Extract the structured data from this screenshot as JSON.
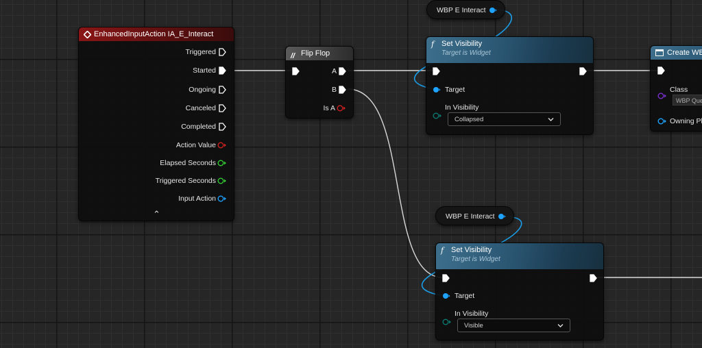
{
  "input_action_node": {
    "title": "EnhancedInputAction IA_E_Interact",
    "pins": {
      "triggered": "Triggered",
      "started": "Started",
      "ongoing": "Ongoing",
      "canceled": "Canceled",
      "completed": "Completed",
      "action_value": "Action Value",
      "elapsed_seconds": "Elapsed Seconds",
      "triggered_seconds": "Triggered Seconds",
      "input_action": "Input Action"
    },
    "collapse_glyph": "⌃"
  },
  "flipflop_node": {
    "title": "Flip Flop",
    "pins": {
      "a": "A",
      "b": "B",
      "is_a": "Is A"
    }
  },
  "var_top": {
    "label": "WBP E Interact"
  },
  "var_bottom": {
    "label": "WBP E Interact"
  },
  "set_visibility_top": {
    "title": "Set Visibility",
    "subtitle": "Target is Widget",
    "target_label": "Target",
    "in_visibility_label": "In Visibility",
    "visibility_value": "Collapsed"
  },
  "set_visibility_bottom": {
    "title": "Set Visibility",
    "subtitle": "Target is Widget",
    "target_label": "Target",
    "in_visibility_label": "In Visibility",
    "visibility_value": "Visible"
  },
  "create_widget_node": {
    "title": "Create WB",
    "class_label": "Class",
    "class_value": "WBP Que",
    "owning_player_label": "Owning Pl"
  },
  "colors": {
    "exec": "#ffffff",
    "object_pin": "#1ea3ff",
    "bool_pin": "#d02020",
    "float_pin": "#33cc33",
    "enum_pin": "#0e7a72",
    "class_pin": "#7a2fd0",
    "blue_wire": "#1a9ee8",
    "exec_wire": "#d8d8d8"
  }
}
